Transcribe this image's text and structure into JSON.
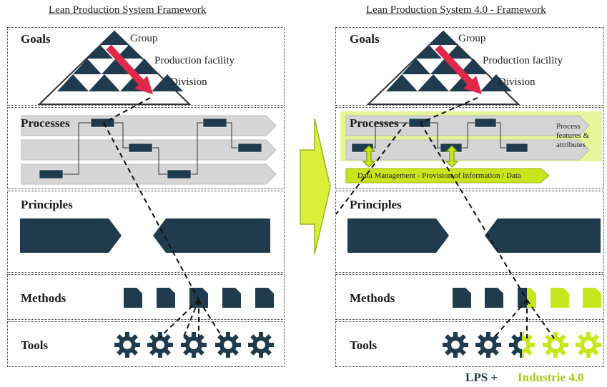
{
  "titles": {
    "left": "Lean Production System Framework",
    "right": "Lean Production System 4.0 - Framework"
  },
  "sections": {
    "goals": "Goals",
    "processes": "Processes",
    "principles": "Principles",
    "methods": "Methods",
    "tools": "Tools"
  },
  "pyramid_levels": [
    "Group",
    "Production facility",
    "Division"
  ],
  "process_features": [
    "Process",
    "features &",
    "attributes"
  ],
  "data_management": "Data Management  - Provision of Information / Data",
  "footer": {
    "lps": "LPS +",
    "industrie": "Industrie 4.0"
  },
  "colors": {
    "dark": "#1f3b4d",
    "green": "#c8e61e",
    "red": "#e0284a",
    "arrow_bg": "#d6d6d6"
  }
}
